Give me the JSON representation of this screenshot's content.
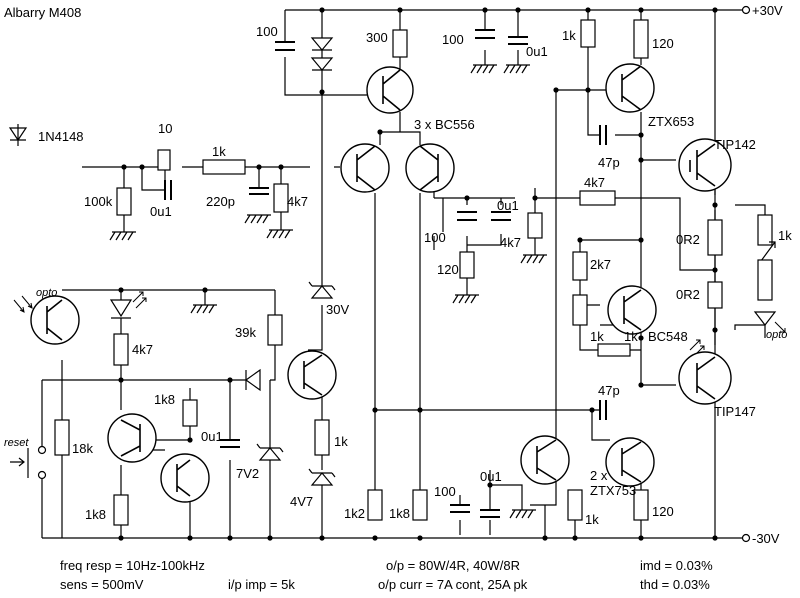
{
  "title": "Albarry M408",
  "rails": {
    "positive": "+30V",
    "negative": "-30V"
  },
  "legend_diode": "1N4148",
  "labels": {
    "c_in_elec": "10",
    "c_in_film": "0u1",
    "r_in_series": "1k",
    "r_in_shunt": "100k",
    "c_in_filter": "220p",
    "r_bias_in": "4k7",
    "c_top_elec": "100",
    "r_top": "300",
    "ltp_transistors": "3 x BC556",
    "c_rail_elec": "100",
    "c_rail_film": "0u1",
    "r_vas_top": "1k",
    "r_ccs_top": "120",
    "vas_top_transistor": "ZTX653",
    "c_miller_top": "47p",
    "c_fb_film": "0u1",
    "c_fb_elec": "100",
    "r_fb_shunt": "4k7",
    "r_fb_ground": "120",
    "r_feedback": "4k7",
    "zener_30": "30V",
    "r_vbe_top": "2k7",
    "r_vbe_bottom": "1k",
    "r_vbe_base": "1k",
    "vbe_transistor": "BC548",
    "out_top_transistor": "TIP142",
    "r_emitter_top": "0R2",
    "r_emitter_bottom": "0R2",
    "r_led": "1k",
    "opto_right": "opto",
    "c_miller_bottom": "47p",
    "out_bottom_transistor": "TIP147",
    "opto_left": "opto",
    "r_opto": "4k7",
    "r_39k": "39k",
    "r_1k8_top": "1k8",
    "c_0u1_latch": "0u1",
    "r_18k": "18k",
    "r_1k8_bottom": "1k8",
    "reset": "reset",
    "zener_7v2": "7V2",
    "r_zener_mid": "1k",
    "zener_4v7": "4V7",
    "r_ltp_left": "1k2",
    "r_ltp_right": "1k8",
    "c_bot_elec": "100",
    "c_bot_film": "0u1",
    "r_vas_emitter": "1k",
    "vas_bottom_transistors": "2 x\nZTX753",
    "r_ccs_bottom": "120"
  },
  "specs": {
    "freq_resp": "freq resp = 10Hz-100kHz",
    "sens": "sens = 500mV",
    "ip_imp": "i/p imp = 5k",
    "op_power": "o/p = 80W/4R, 40W/8R",
    "op_curr": "o/p curr = 7A cont, 25A pk",
    "imd": "imd = 0.03%",
    "thd": "thd = 0.03%"
  }
}
